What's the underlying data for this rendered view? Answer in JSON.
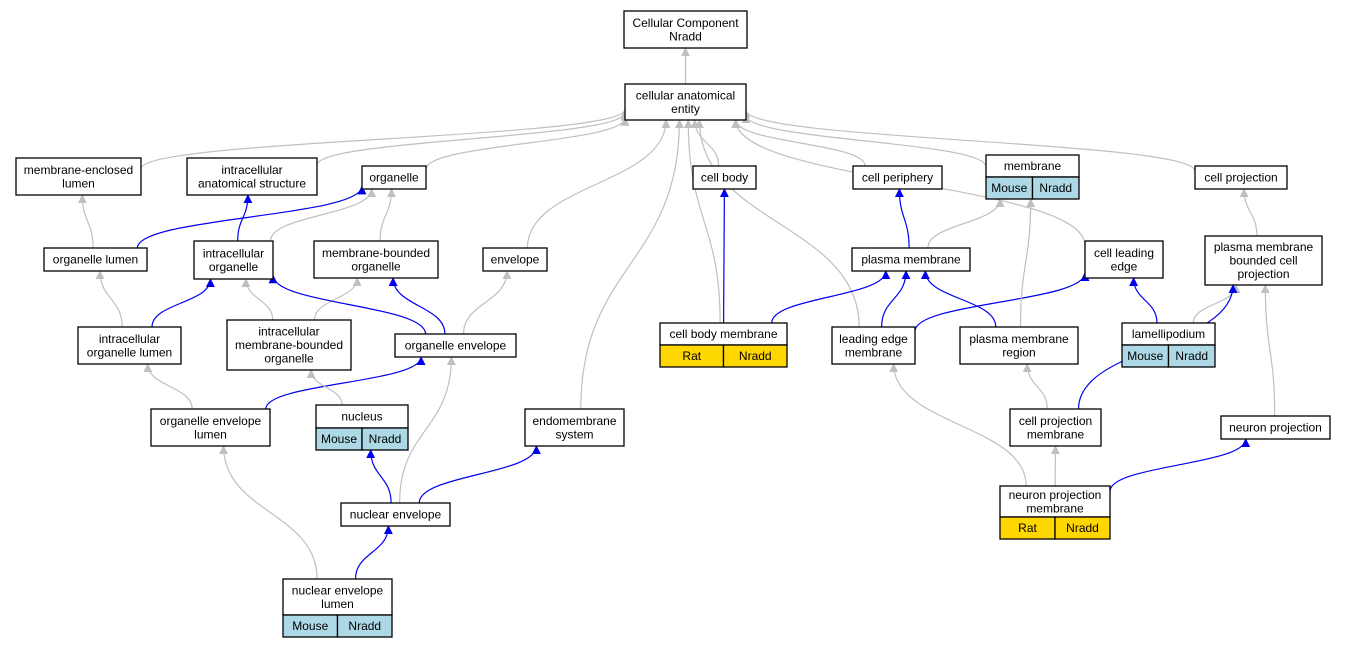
{
  "colors": {
    "is_a_edge": "#c0c0c0",
    "part_of_edge": "#0000ee",
    "mouse_badge": "#add8e6",
    "rat_badge": "#ffd700",
    "node_border": "#000000"
  },
  "nodes": [
    {
      "id": "cc",
      "lines": [
        "Cellular Component",
        "Nradd"
      ]
    },
    {
      "id": "cae",
      "lines": [
        "cellular anatomical",
        "entity"
      ]
    },
    {
      "id": "mel",
      "lines": [
        "membrane-enclosed",
        "lumen"
      ]
    },
    {
      "id": "ias",
      "lines": [
        "intracellular",
        "anatomical structure"
      ]
    },
    {
      "id": "org",
      "lines": [
        "organelle"
      ]
    },
    {
      "id": "cb",
      "lines": [
        "cell body"
      ]
    },
    {
      "id": "cp",
      "lines": [
        "cell periphery"
      ]
    },
    {
      "id": "mem",
      "lines": [
        "membrane"
      ],
      "badges": [
        {
          "label": "Mouse",
          "kind": "mouse"
        },
        {
          "label": "Nradd",
          "kind": "mouse"
        }
      ]
    },
    {
      "id": "cproj",
      "lines": [
        "cell projection"
      ]
    },
    {
      "id": "ol",
      "lines": [
        "organelle lumen"
      ]
    },
    {
      "id": "io",
      "lines": [
        "intracellular",
        "organelle"
      ]
    },
    {
      "id": "mbo",
      "lines": [
        "membrane-bounded",
        "organelle"
      ]
    },
    {
      "id": "env",
      "lines": [
        "envelope"
      ]
    },
    {
      "id": "pm",
      "lines": [
        "plasma membrane"
      ]
    },
    {
      "id": "cle",
      "lines": [
        "cell leading",
        "edge"
      ]
    },
    {
      "id": "pmbcp",
      "lines": [
        "plasma membrane",
        "bounded cell",
        "projection"
      ]
    },
    {
      "id": "iol",
      "lines": [
        "intracellular",
        "organelle lumen"
      ]
    },
    {
      "id": "imbo",
      "lines": [
        "intracellular",
        "membrane-bounded",
        "organelle"
      ]
    },
    {
      "id": "oe",
      "lines": [
        "organelle envelope"
      ]
    },
    {
      "id": "cbm",
      "lines": [
        "cell body membrane"
      ],
      "badges": [
        {
          "label": "Rat",
          "kind": "rat"
        },
        {
          "label": "Nradd",
          "kind": "rat"
        }
      ]
    },
    {
      "id": "lem",
      "lines": [
        "leading edge",
        "membrane"
      ]
    },
    {
      "id": "pmr",
      "lines": [
        "plasma membrane",
        "region"
      ]
    },
    {
      "id": "lam",
      "lines": [
        "lamellipodium"
      ],
      "badges": [
        {
          "label": "Mouse",
          "kind": "mouse"
        },
        {
          "label": "Nradd",
          "kind": "mouse"
        }
      ]
    },
    {
      "id": "oel",
      "lines": [
        "organelle envelope",
        "lumen"
      ]
    },
    {
      "id": "nuc",
      "lines": [
        "nucleus"
      ],
      "badges": [
        {
          "label": "Mouse",
          "kind": "mouse"
        },
        {
          "label": "Nradd",
          "kind": "mouse"
        }
      ]
    },
    {
      "id": "ems",
      "lines": [
        "endomembrane",
        "system"
      ]
    },
    {
      "id": "cpm",
      "lines": [
        "cell projection",
        "membrane"
      ]
    },
    {
      "id": "np",
      "lines": [
        "neuron projection"
      ]
    },
    {
      "id": "ne",
      "lines": [
        "nuclear envelope"
      ]
    },
    {
      "id": "npm",
      "lines": [
        "neuron projection",
        "membrane"
      ],
      "badges": [
        {
          "label": "Rat",
          "kind": "rat"
        },
        {
          "label": "Nradd",
          "kind": "rat"
        }
      ]
    },
    {
      "id": "nel",
      "lines": [
        "nuclear envelope",
        "lumen"
      ],
      "badges": [
        {
          "label": "Mouse",
          "kind": "mouse"
        },
        {
          "label": "Nradd",
          "kind": "mouse"
        }
      ]
    }
  ],
  "edges": [
    {
      "from": "cae",
      "to": "cc",
      "type": "is_a"
    },
    {
      "from": "mel",
      "to": "cae",
      "type": "is_a"
    },
    {
      "from": "ias",
      "to": "cae",
      "type": "is_a"
    },
    {
      "from": "org",
      "to": "cae",
      "type": "is_a"
    },
    {
      "from": "env",
      "to": "cae",
      "type": "is_a"
    },
    {
      "from": "ems",
      "to": "cae",
      "type": "is_a"
    },
    {
      "from": "cbm",
      "to": "cae",
      "type": "is_a"
    },
    {
      "from": "cb",
      "to": "cae",
      "type": "is_a"
    },
    {
      "from": "lem",
      "to": "cae",
      "type": "is_a"
    },
    {
      "from": "cp",
      "to": "cae",
      "type": "is_a"
    },
    {
      "from": "mem",
      "to": "cae",
      "type": "is_a"
    },
    {
      "from": "cle",
      "to": "cae",
      "type": "is_a"
    },
    {
      "from": "cproj",
      "to": "cae",
      "type": "is_a"
    },
    {
      "from": "ol",
      "to": "mel",
      "type": "is_a"
    },
    {
      "from": "ol",
      "to": "org",
      "type": "part_of"
    },
    {
      "from": "io",
      "to": "ias",
      "type": "part_of"
    },
    {
      "from": "io",
      "to": "org",
      "type": "is_a"
    },
    {
      "from": "mbo",
      "to": "org",
      "type": "is_a"
    },
    {
      "from": "iol",
      "to": "ol",
      "type": "is_a"
    },
    {
      "from": "iol",
      "to": "io",
      "type": "part_of"
    },
    {
      "from": "imbo",
      "to": "io",
      "type": "is_a"
    },
    {
      "from": "imbo",
      "to": "mbo",
      "type": "is_a"
    },
    {
      "from": "oe",
      "to": "io",
      "type": "part_of"
    },
    {
      "from": "oe",
      "to": "mbo",
      "type": "part_of"
    },
    {
      "from": "oe",
      "to": "env",
      "type": "is_a"
    },
    {
      "from": "oel",
      "to": "iol",
      "type": "is_a"
    },
    {
      "from": "oel",
      "to": "oe",
      "type": "part_of"
    },
    {
      "from": "nuc",
      "to": "imbo",
      "type": "is_a"
    },
    {
      "from": "ne",
      "to": "nuc",
      "type": "part_of"
    },
    {
      "from": "ne",
      "to": "oe",
      "type": "is_a"
    },
    {
      "from": "ne",
      "to": "ems",
      "type": "part_of"
    },
    {
      "from": "nel",
      "to": "oel",
      "type": "is_a"
    },
    {
      "from": "nel",
      "to": "ne",
      "type": "part_of"
    },
    {
      "from": "cbm",
      "to": "cb",
      "type": "part_of"
    },
    {
      "from": "cbm",
      "to": "pm",
      "type": "part_of"
    },
    {
      "from": "pm",
      "to": "cp",
      "type": "part_of"
    },
    {
      "from": "pm",
      "to": "mem",
      "type": "is_a"
    },
    {
      "from": "lem",
      "to": "pm",
      "type": "part_of"
    },
    {
      "from": "lem",
      "to": "cle",
      "type": "part_of"
    },
    {
      "from": "pmr",
      "to": "pm",
      "type": "part_of"
    },
    {
      "from": "pmr",
      "to": "mem",
      "type": "is_a"
    },
    {
      "from": "lam",
      "to": "cle",
      "type": "part_of"
    },
    {
      "from": "lam",
      "to": "pmbcp",
      "type": "is_a"
    },
    {
      "from": "pmbcp",
      "to": "cproj",
      "type": "is_a"
    },
    {
      "from": "cpm",
      "to": "pmr",
      "type": "is_a"
    },
    {
      "from": "cpm",
      "to": "pmbcp",
      "type": "part_of"
    },
    {
      "from": "np",
      "to": "pmbcp",
      "type": "is_a"
    },
    {
      "from": "npm",
      "to": "cpm",
      "type": "is_a"
    },
    {
      "from": "npm",
      "to": "lem",
      "type": "is_a"
    },
    {
      "from": "npm",
      "to": "np",
      "type": "part_of"
    }
  ]
}
